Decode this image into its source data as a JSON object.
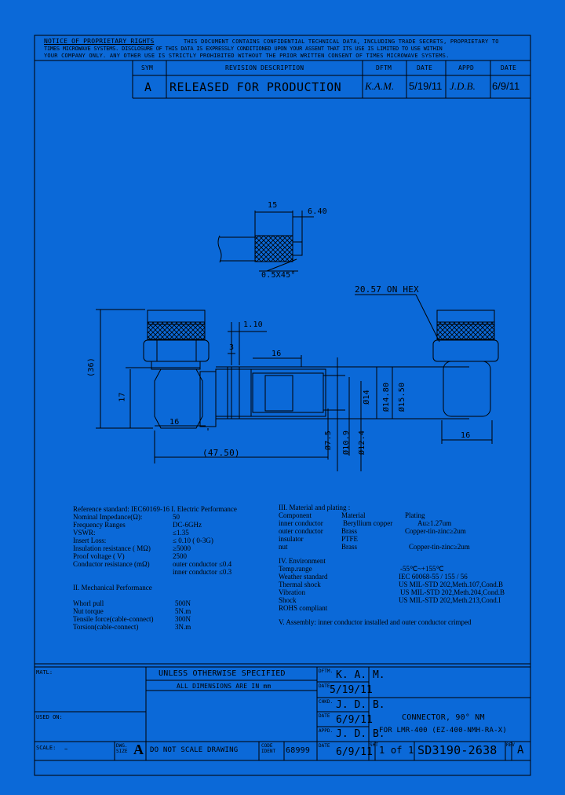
{
  "notice": {
    "heading": "NOTICE OF PROPRIETARY RIGHTS",
    "line1": "THIS DOCUMENT CONTAINS CONFIDENTIAL TECHNICAL DATA, INCLUDING TRADE SECRETS, PROPRIETARY TO",
    "line2": "TIMES MICROWAVE SYSTEMS. DISCLOSURE OF THIS DATA IS EXPRESSLY CONDITIONED UPON YOUR ASSENT THAT ITS USE IS LIMITED TO USE WITHIN",
    "line3": "YOUR COMPANY ONLY. ANY OTHER USE IS STRICTLY PROHIBITED WITHOUT THE PRIOR WRITTEN CONSENT OF TIMES MICROWAVE SYSTEMS."
  },
  "revision": {
    "headers": [
      "SYM",
      "REVISION DESCRIPTION",
      "DFTM",
      "DATE",
      "APPD",
      "DATE"
    ],
    "row": [
      "A",
      "RELEASED FOR PRODUCTION",
      "K.A.M.",
      "5/19/11",
      "J.D.B.",
      "6/9/11"
    ]
  },
  "dimensions": {
    "cable_15": "15",
    "cable_640": "6.40",
    "chamfer": "0.5X45°",
    "hex": "20.57 ON HEX",
    "d36": "(36)",
    "d17": "17",
    "d16a": "16",
    "d4750": "(47.50)",
    "d110": "1.10",
    "d3": "3",
    "d16b": "16",
    "dia75": "Ø7.5",
    "dia109": "Ø10.9",
    "dia124": "Ø12.4",
    "dia14": "Ø14",
    "dia1480": "Ø14.80",
    "dia1550": "Ø15.50",
    "side16": "16"
  },
  "specs": {
    "electric": [
      [
        "Reference standard: IEC60169-16 I. Electric Performance",
        ""
      ],
      [
        "Nominal Impedance(Ω):",
        "50"
      ],
      [
        "Frequency Ranges",
        "DC-6GHz"
      ],
      [
        "VSWR:",
        "≤1.35"
      ],
      [
        "Insert Loss:",
        "≤ 0.10 ( 0-3G)"
      ],
      [
        "Insulation resistance ( MΩ)",
        "≥5000"
      ],
      [
        "Proof voltage ( V)",
        "2500"
      ],
      [
        "Conductor resistance (mΩ)",
        "outer conductor ≤0.4"
      ],
      [
        "",
        "inner conductor ≤0.3"
      ]
    ],
    "mechanical_title": "II. Mechanical Performance",
    "mechanical": [
      [
        "Whorl pull",
        "500N"
      ],
      [
        "Nut torque",
        "5N.m"
      ],
      [
        "Tensile force(cable-connect)",
        "300N"
      ],
      [
        "Torsion(cable-connect)",
        "3N.m"
      ]
    ],
    "material_title": "III. Material and plating :",
    "material": [
      [
        "Component",
        "Material",
        "Plating"
      ],
      [
        "inner conductor",
        "Beryllium copper",
        "Au≥1.27um"
      ],
      [
        "outer conductor",
        "Brass",
        "Copper-tin-zinc≥2um"
      ],
      [
        "insulator",
        "PTFE",
        ""
      ],
      [
        "nut",
        "Brass",
        "Copper-tin-zinc≥2um"
      ]
    ],
    "environment_title": "IV. Environment",
    "environment": [
      [
        "Temp.range",
        "-55℃~+155℃"
      ],
      [
        "Weather standard",
        "IEC 60068-55 / 155 / 56"
      ],
      [
        "Thermal shock",
        "US MIL-STD 202,Meth.107,Cond.B"
      ],
      [
        "Vibration",
        "US MIL-STD 202,Meth.204,Cond.B"
      ],
      [
        "Shock",
        "US MIL-STD 202,Meth.213,Cond.I"
      ],
      [
        "ROHS compliant",
        ""
      ]
    ],
    "assembly": "V. Assembly: inner conductor installed and outer conductor crimped"
  },
  "title_block": {
    "matl_label": "MATL:",
    "used_on_label": "USED ON:",
    "unless": "UNLESS OTHERWISE SPECIFIED",
    "all_dims": "ALL DIMENSIONS ARE IN mm",
    "dftm_label": "DFTM.",
    "dftm": "K. A. M.",
    "date1_label": "DATE",
    "date1": "5/19/11",
    "chkd_label": "CHKD.",
    "chkd": "J. D. B.",
    "date2_label": "DATE",
    "date2": "6/9/11",
    "appd_label": "APPD.",
    "appd": "J. D. B.",
    "date3_label": "DATE",
    "date3": "6/9/11",
    "scale_label": "SCALE:",
    "scale": "~",
    "dwg_size_label": "DWG. SIZE",
    "dwg_size": "A",
    "do_not_scale": "DO NOT SCALE DRAWING",
    "code_ident_label": "CODE IDENT",
    "code_ident": "68999",
    "sht_label": "SHT",
    "sheet": "1 of 1",
    "drawing_number": "SD3190-2638",
    "rev_label": "REV",
    "rev": "A",
    "title1": "CONNECTOR, 90° NM",
    "title2": "FOR LMR-400 (EZ-400-NMH-RA-X)"
  }
}
